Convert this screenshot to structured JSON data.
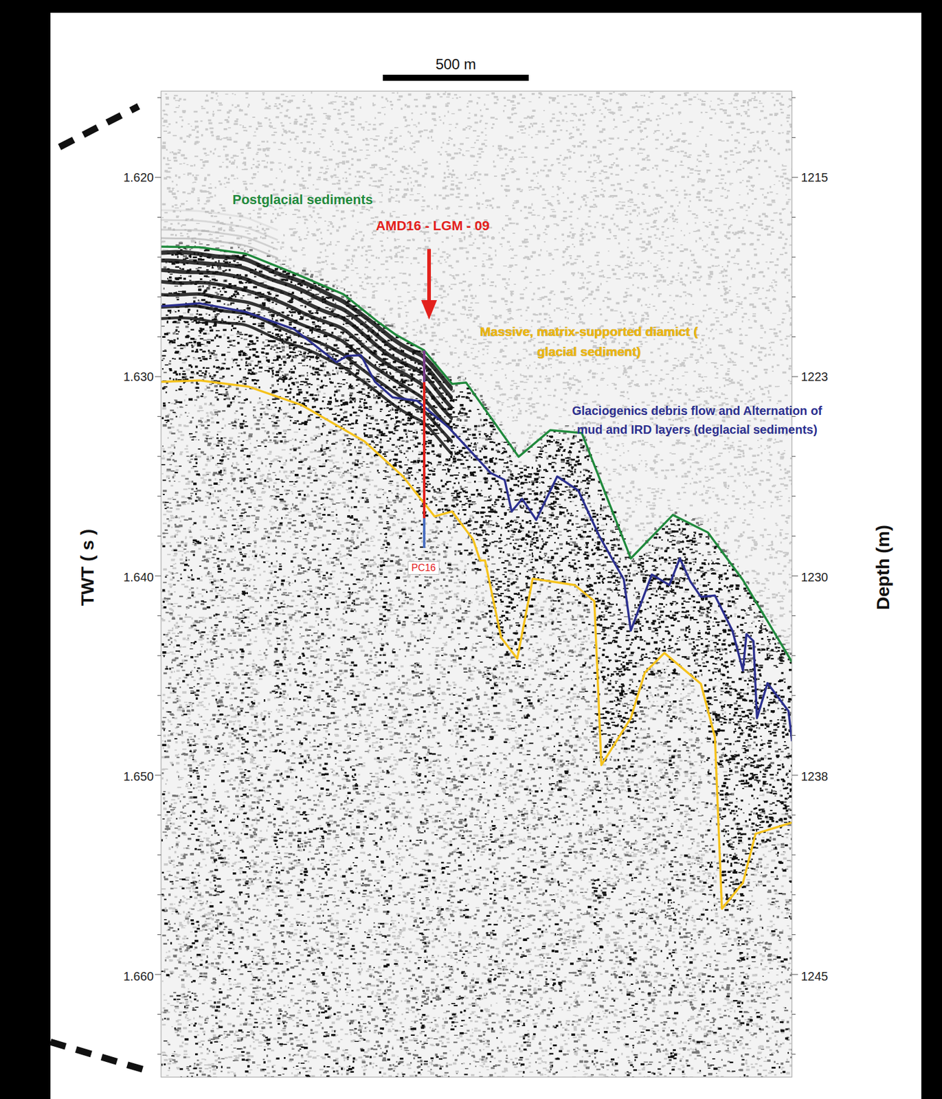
{
  "diagram": {
    "nodes": [
      {
        "text": [
          "PC16"
        ]
      }
    ],
    "labels": [
      "500 m",
      "1.620",
      "1.630",
      "1.640",
      "1.650",
      "1.660",
      "TWT ( s )",
      "1215",
      "1223",
      "1230",
      "1238",
      "1245",
      "Depth (m)",
      "Postglacial sediments",
      "AMD16 - LGM - 09",
      "Massive, matrix-supported diamict ( glacial sediment)",
      "Glaciogenics debris flow and Alternation of mud and IRD layers (deglacial sediments)"
    ]
  }
}
